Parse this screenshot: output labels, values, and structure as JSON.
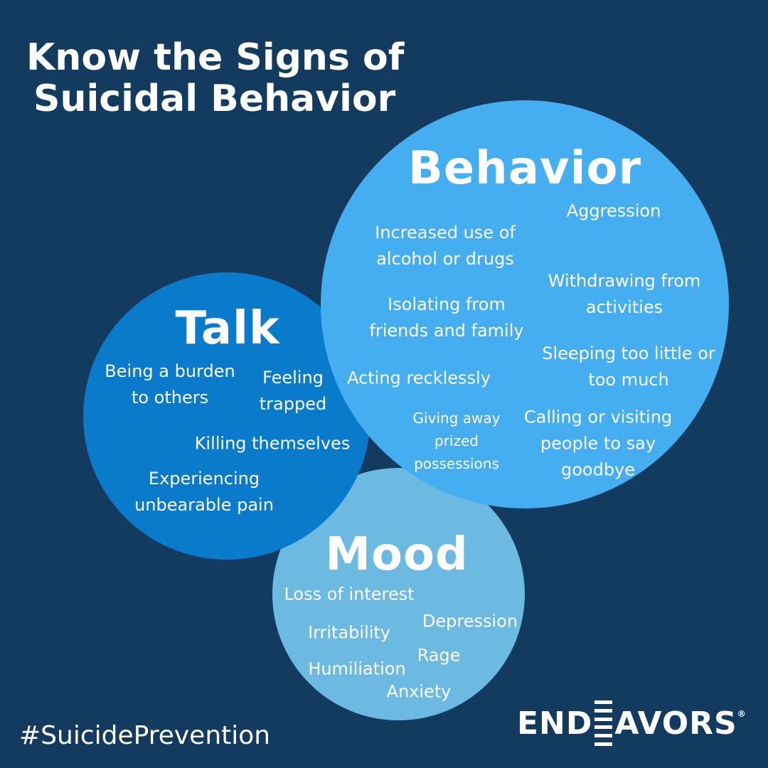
{
  "title": {
    "line1": "Know the Signs of",
    "line2": "Suicidal Behavior"
  },
  "behavior": {
    "heading": "Behavior",
    "items": [
      [
        "Aggression"
      ],
      [
        "Increased use of",
        "alcohol or drugs"
      ],
      [
        "Withdrawing from",
        "activities"
      ],
      [
        "Isolating from",
        "friends and family"
      ],
      [
        "Sleeping too little or",
        "too much"
      ],
      [
        "Acting recklessly"
      ],
      [
        "Giving away",
        "prized",
        "possessions"
      ],
      [
        "Calling or visiting",
        "people to say",
        "goodbye"
      ]
    ]
  },
  "talk": {
    "heading": "Talk",
    "items": [
      [
        "Being a burden",
        "to others"
      ],
      [
        "Feeling",
        "trapped"
      ],
      [
        "Killing themselves"
      ],
      [
        "Experiencing",
        "unbearable pain"
      ]
    ]
  },
  "mood": {
    "heading": "Mood",
    "items": [
      "Loss of interest",
      "Depression",
      "Irritability",
      "Rage",
      "Humiliation",
      "Anxiety"
    ]
  },
  "footer": {
    "hashtag": "#SuicidePrevention",
    "logo": {
      "pre": "END",
      "post": "AVORS",
      "reg": "®"
    }
  },
  "colors": {
    "background": "#123b5f",
    "talk": "#0a7acb",
    "behavior": "#45aef0",
    "mood": "#6cb9e1"
  }
}
